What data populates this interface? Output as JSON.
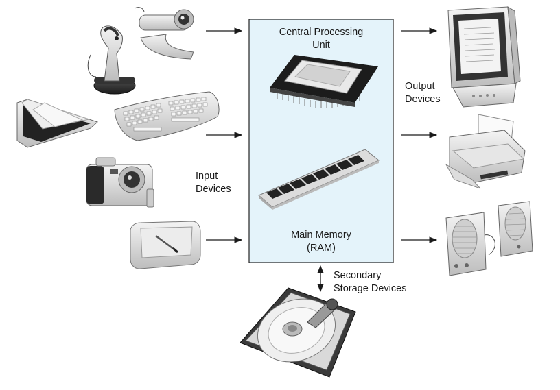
{
  "cpu": {
    "line1": "Central Processing",
    "line2": "Unit"
  },
  "memory": {
    "line1": "Main Memory",
    "line2": "(RAM)"
  },
  "input": {
    "line1": "Input",
    "line2": "Devices"
  },
  "output": {
    "line1": "Output",
    "line2": "Devices"
  },
  "storage": {
    "line1": "Secondary",
    "line2": "Storage Devices"
  },
  "colors": {
    "box_fill": "#e4f3fa",
    "box_stroke": "#222222",
    "device_gray": "#d9d9d9",
    "device_dark": "#2b2b2b"
  },
  "icons": [
    "webcam-icon",
    "joystick-icon",
    "scanner-icon",
    "keyboard-icon",
    "camera-icon",
    "tablet-icon",
    "monitor-icon",
    "printer-icon",
    "speakers-icon",
    "hard-drive-icon",
    "cpu-chip-icon",
    "ram-module-icon"
  ]
}
